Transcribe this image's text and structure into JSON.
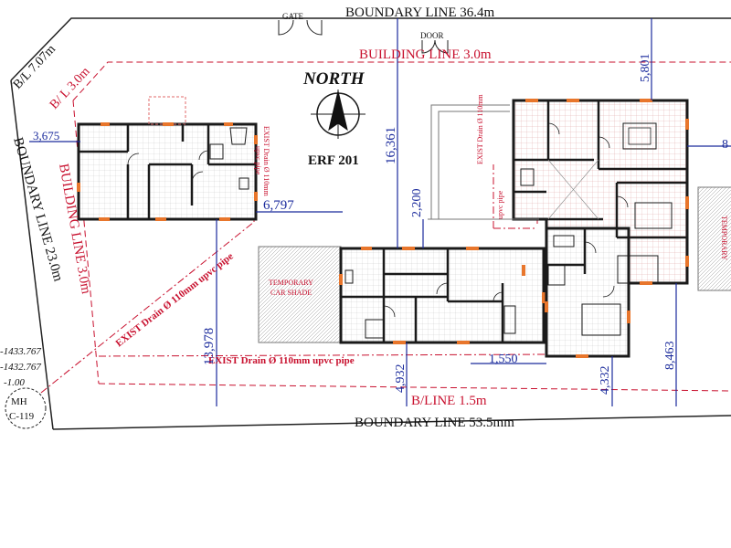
{
  "boundary": {
    "top": "BOUNDARY LINE 36.4m",
    "bottom": "BOUNDARY LINE 53.5mm",
    "left": "BOUNDARY LINE 23.0m",
    "bl_corner": "B/L 7.07m"
  },
  "building_lines": {
    "top": "BUILDING LINE 3.0m",
    "left": "BUILDING LINE 3.0m",
    "left_corner": "B/ L 3.0m",
    "bottom": "B/LINE 1.5m"
  },
  "labels": {
    "gate": "GATE",
    "door": "DOOR",
    "north": "NORTH",
    "erf": "ERF 201",
    "car_shade_1": "TEMPORARY",
    "car_shade_2": "CAR SHADE",
    "temporary_right": "TEMPORARY",
    "drain_diag": "EXIST Drain Ø 110mm upvc pipe",
    "drain_bottom": "EXIST Drain Ø 110mm upvc pipe",
    "drain_v1a": "EXIST Drain Ø 110mm",
    "drain_v1b": "upvc pipe",
    "drain_v2a": "EXIST Drain Ø 110mm",
    "drain_v2b": "upvc pipe",
    "mh_1": "MH",
    "mh_2": "C-119",
    "level_1": "-1433.767",
    "level_2": "-1432.767",
    "level_3": "-1.00"
  },
  "dimensions": {
    "d3675": "3,675",
    "d6797": "6,797",
    "d16361": "16,361",
    "d13978": "13,978",
    "d2200": "2,200",
    "d5801": "5,801",
    "d4932": "4,932",
    "d1550": "1,550",
    "d4332": "4,332",
    "d8463": "8,463",
    "d8": "8"
  },
  "colors": {
    "red": "#c8102e",
    "blue": "#1a2a9c",
    "wall": "#1a1a1a",
    "window": "#e8762c"
  }
}
